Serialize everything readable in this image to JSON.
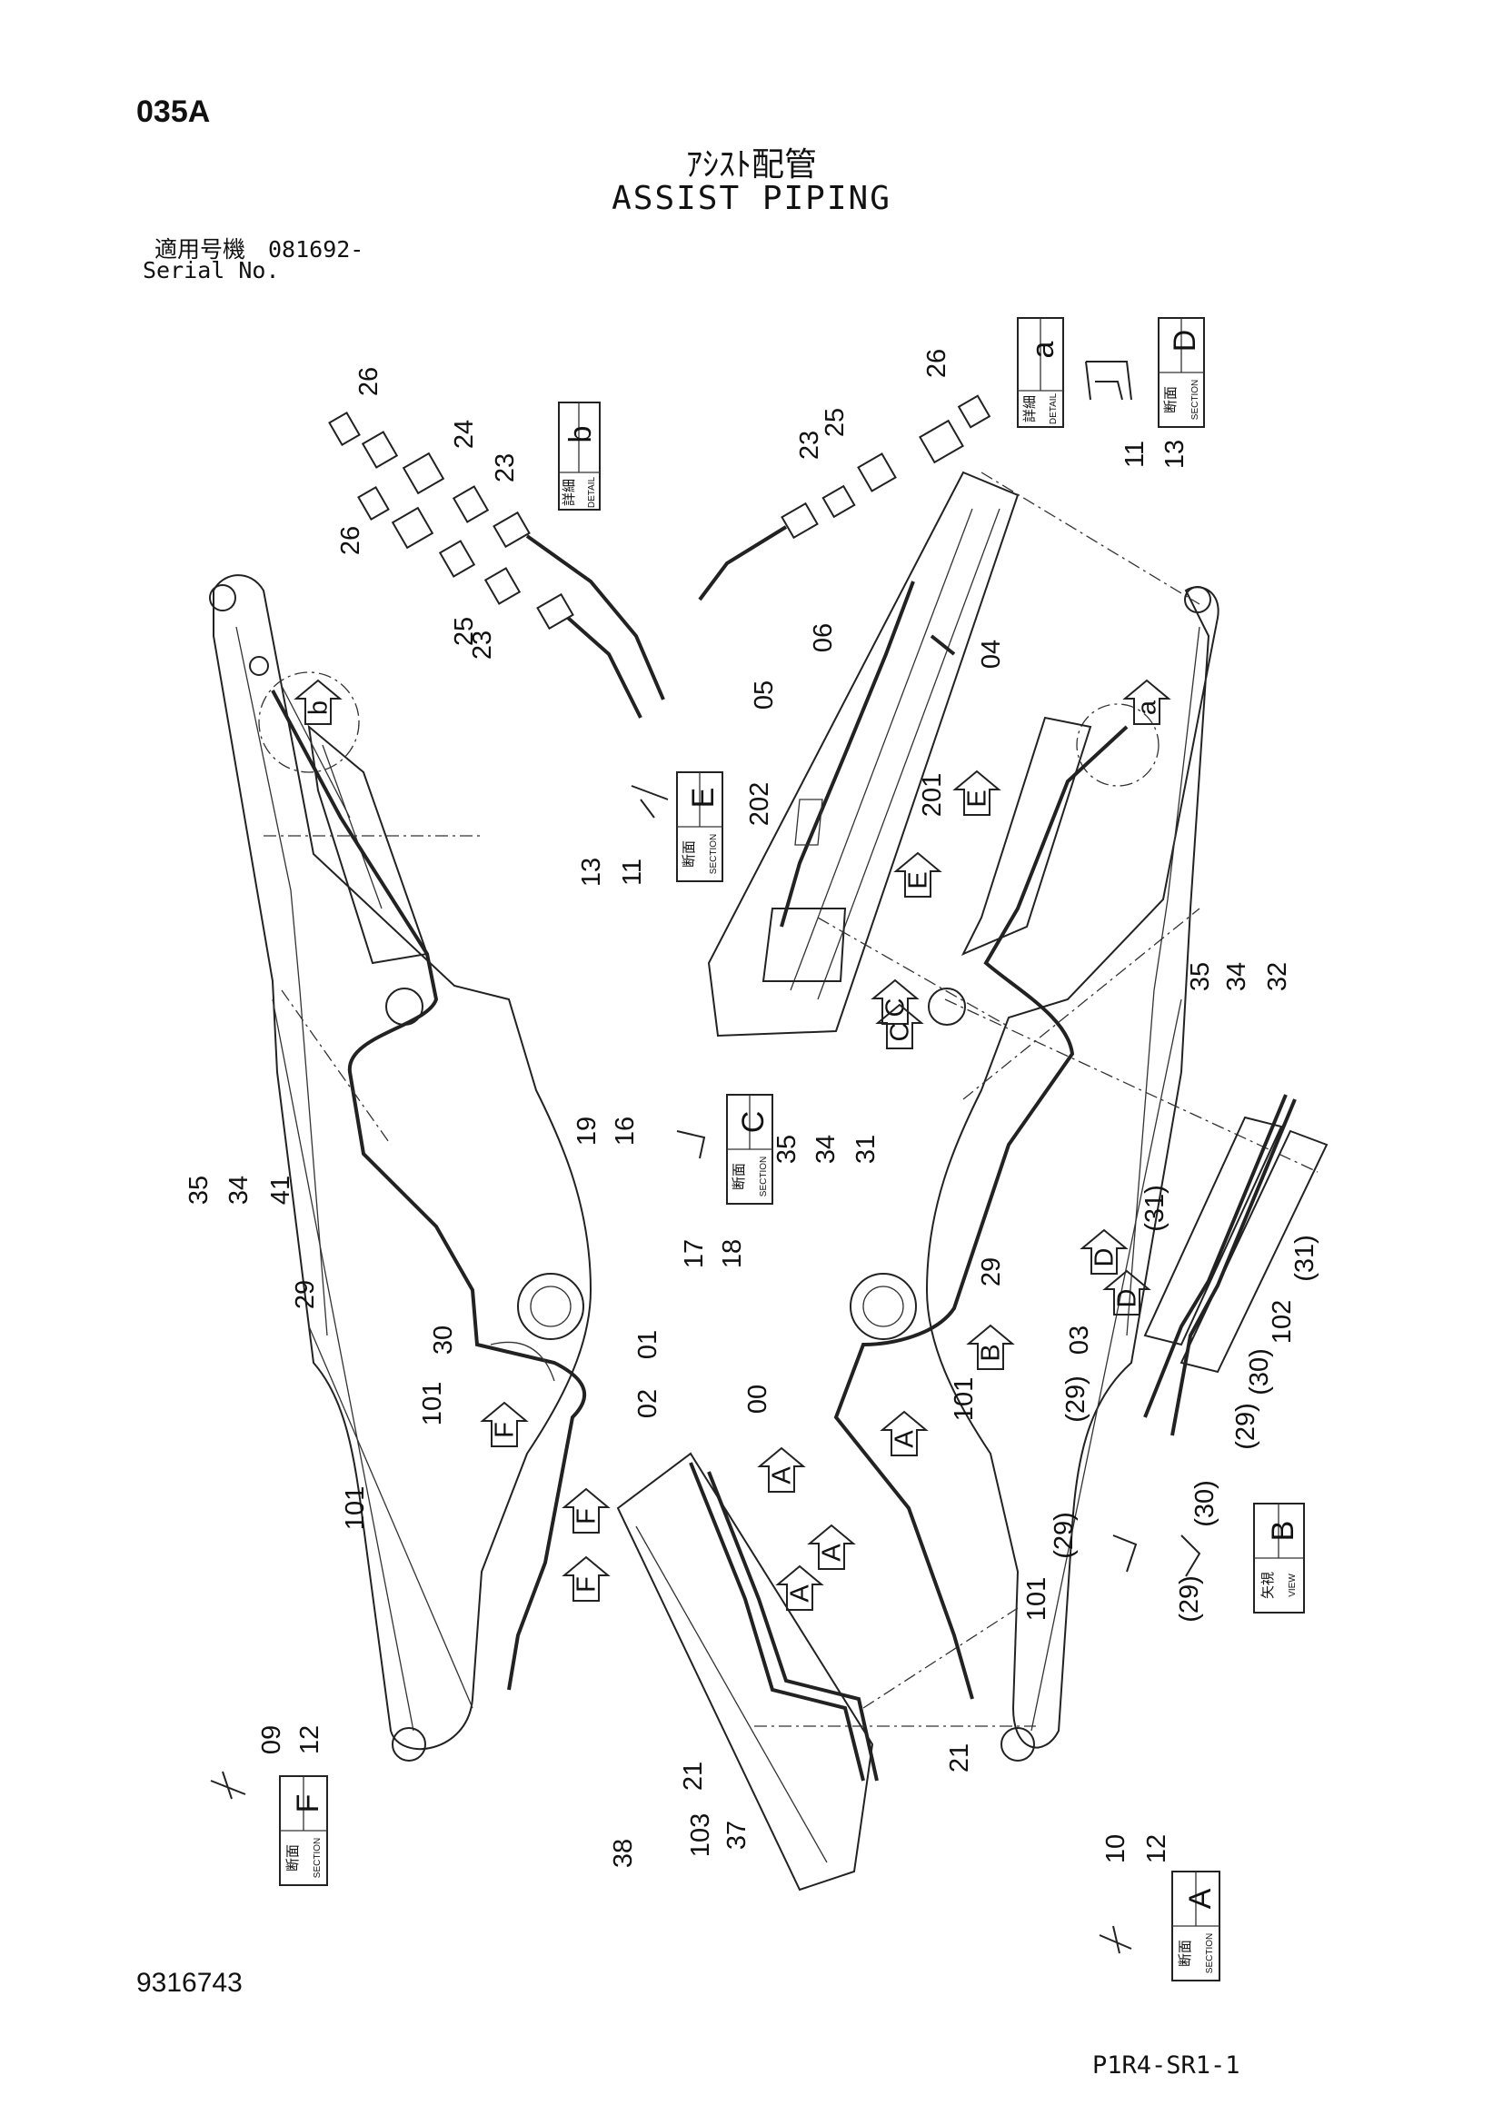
{
  "header": {
    "page_code": "035A",
    "title_jp": "ｱｼｽﾄ配管",
    "title_en": "ASSIST PIPING",
    "serial_label_jp": "適用号機　081692-",
    "serial_label_en": "Serial No."
  },
  "footer": {
    "doc_number": "9316743",
    "page_ref": "P1R4-SR1-1"
  },
  "view_tags": {
    "detail_b": {
      "letter": "b",
      "jp": "詳細",
      "en": "DETAIL"
    },
    "detail_a": {
      "letter": "a",
      "jp": "詳細",
      "en": "DETAIL"
    },
    "section_d": {
      "letter": "D",
      "jp": "断面",
      "en": "SECTION"
    },
    "section_e": {
      "letter": "E",
      "jp": "断面",
      "en": "SECTION"
    },
    "section_c": {
      "letter": "C",
      "jp": "断面",
      "en": "SECTION"
    },
    "view_b": {
      "letter": "B",
      "jp": "矢視",
      "en": "VIEW"
    },
    "section_f": {
      "letter": "F",
      "jp": "断面",
      "en": "SECTION"
    },
    "section_a": {
      "letter": "A",
      "jp": "断面",
      "en": "SECTION"
    }
  },
  "part_labels": {
    "detail_b": [
      "26",
      "24",
      "23",
      "26",
      "25",
      "23"
    ],
    "detail_a": [
      "26",
      "25",
      "23"
    ],
    "section_d": [
      "11",
      "13"
    ],
    "upper_center": [
      "06",
      "04",
      "05",
      "201",
      "202"
    ],
    "section_e": [
      "13",
      "11"
    ],
    "right_stack": [
      "35",
      "34",
      "32"
    ],
    "section_c_upper": [
      "35",
      "34",
      "31"
    ],
    "section_c": [
      "19",
      "16",
      "17",
      "18"
    ],
    "left_stack": [
      "35",
      "34",
      "41"
    ],
    "left_lower": [
      "29",
      "30",
      "01",
      "101",
      "02",
      "101"
    ],
    "center_lower": [
      "00",
      "101",
      "101"
    ],
    "right_mid": [
      "29",
      "(31)",
      "(31)",
      "102",
      "03",
      "(29)",
      "(30)",
      "(29)"
    ],
    "view_b": [
      "(29)",
      "(30)",
      "(29)"
    ],
    "bottom": [
      "21",
      "103",
      "37",
      "38",
      "21"
    ],
    "section_f": [
      "09",
      "12"
    ],
    "section_a": [
      "10",
      "12"
    ]
  },
  "arrow_tags": [
    "b",
    "a",
    "E",
    "E",
    "C",
    "C",
    "D",
    "D",
    "B",
    "F",
    "F",
    "F",
    "A",
    "A",
    "A",
    "A"
  ]
}
